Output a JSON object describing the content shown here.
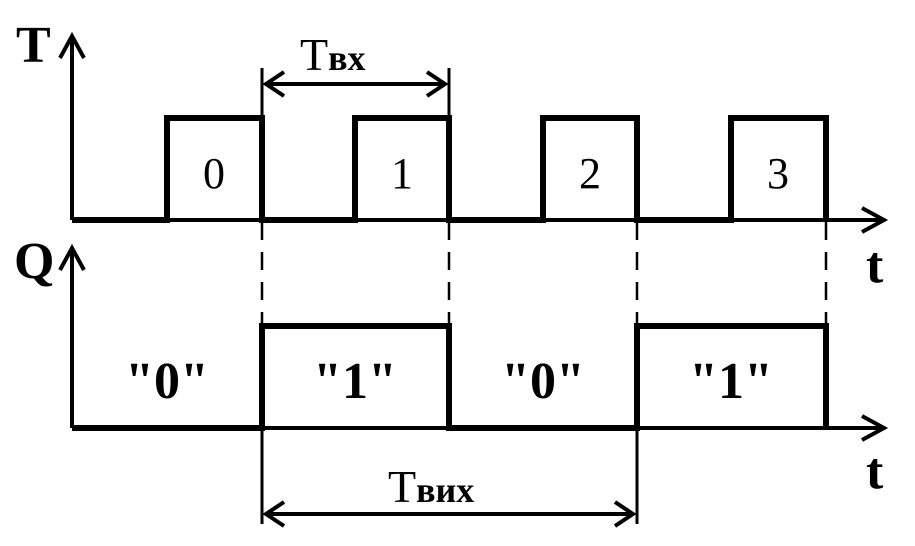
{
  "diagram": {
    "top_axis": {
      "y_label": "T",
      "x_label": "t"
    },
    "bottom_axis": {
      "y_label": "Q",
      "x_label": "t"
    },
    "input_period": {
      "main": "T",
      "sub": "вх"
    },
    "output_period": {
      "main": "T",
      "sub": "вих"
    },
    "pulses": [
      "0",
      "1",
      "2",
      "3"
    ],
    "states": [
      "\"0\"",
      "\"1\"",
      "\"0\"",
      "\"1\""
    ]
  }
}
